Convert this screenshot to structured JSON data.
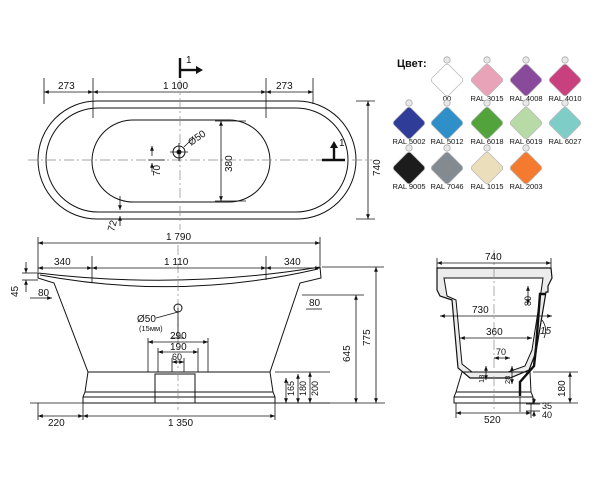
{
  "top_view": {
    "dims": {
      "left_overhang": "273",
      "inner_length": "1 100",
      "right_overhang": "273",
      "width": "740",
      "inner_width": "380",
      "drain": "Ø50",
      "drain_offset": "70",
      "rim": "72"
    },
    "section_mark": "1"
  },
  "front_view": {
    "dims": {
      "total_length": "1 790",
      "left_top": "340",
      "inner_top": "1 110",
      "right_top": "340",
      "rim_height": "45",
      "rim_left": "80",
      "rim_right": "80",
      "drain": "Ø50",
      "drain_note": "(15мм)",
      "d290": "290",
      "d190": "190",
      "d60": "60",
      "h165": "165",
      "h180": "180",
      "h200": "200",
      "h645": "645",
      "h775": "775",
      "base_offset": "220",
      "base_length": "1 350"
    }
  },
  "side_view": {
    "dims": {
      "width": "740",
      "w730": "730",
      "w360": "360",
      "w70": "70",
      "w28": "28",
      "h80": "80",
      "h18": "18",
      "h180": "180",
      "w520": "520",
      "d35": "35",
      "d40": "40",
      "angle": "15"
    }
  },
  "colors": {
    "title": "Цвет:",
    "swatches": [
      {
        "label": "00",
        "hex": "#ffffff"
      },
      {
        "label": "RAL 3015",
        "hex": "#e9a3b8"
      },
      {
        "label": "RAL 4008",
        "hex": "#8a4a9c"
      },
      {
        "label": "RAL 4010",
        "hex": "#c8407e"
      },
      {
        "label": "RAL 5002",
        "hex": "#2f3c98"
      },
      {
        "label": "RAL 5012",
        "hex": "#2f90c9"
      },
      {
        "label": "RAL 6018",
        "hex": "#53a33c"
      },
      {
        "label": "RAL 6019",
        "hex": "#b7daa6"
      },
      {
        "label": "RAL 6027",
        "hex": "#7ecdc7"
      },
      {
        "label": "RAL 9005",
        "hex": "#1c1c1c"
      },
      {
        "label": "RAL 7046",
        "hex": "#838a90"
      },
      {
        "label": "RAL 1015",
        "hex": "#eadebb"
      },
      {
        "label": "RAL 2003",
        "hex": "#f37a2e"
      }
    ]
  }
}
